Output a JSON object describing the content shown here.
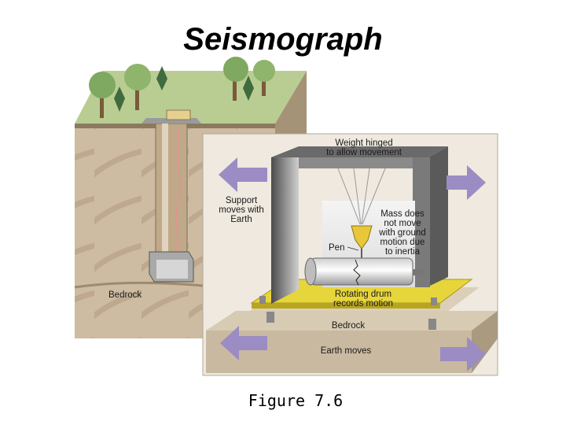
{
  "title": "Seismograph",
  "caption": "Figure 7.6",
  "labels": {
    "bedrock_left": "Bedrock",
    "weight_line1": "Weight hinged",
    "weight_line2": "to allow movement",
    "support_line1": "Support",
    "support_line2": "moves with",
    "support_line3": "Earth",
    "mass_line1": "Mass does",
    "mass_line2": "not move",
    "mass_line3": "with ground",
    "mass_line4": "motion due",
    "mass_line5": "to inertia",
    "pen": "Pen",
    "drum_line1": "Rotating drum",
    "drum_line2": "records motion",
    "bedrock_right": "Bedrock",
    "earth_moves": "Earth moves"
  },
  "colors": {
    "arrow": "#9b8cc4",
    "platform": "#e4d23a",
    "grass": "#b6c98e",
    "soil": "#c8b69c"
  }
}
